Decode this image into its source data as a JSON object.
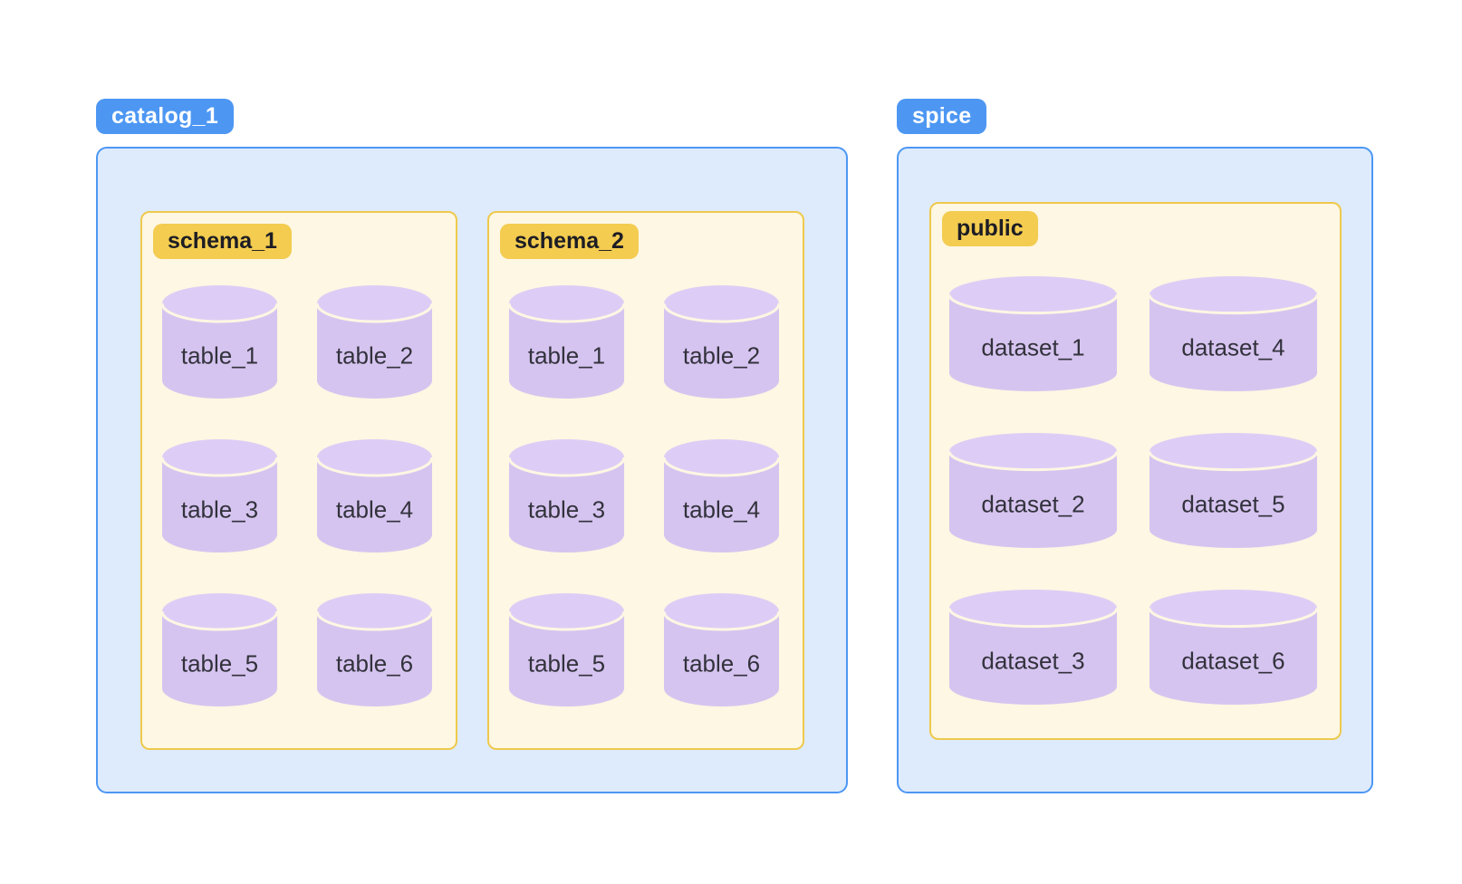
{
  "colors": {
    "accent_blue": "#4D97F3",
    "container_fill": "#DEEBFC",
    "gold_border": "#EFC94C",
    "badge_yellow": "#F3CC50",
    "box_cream": "#FDF7E3",
    "cylinder_body": "#D6C4F0",
    "cylinder_cap": "#DDCDF6",
    "badge_text_dark": "#1D1D24",
    "badge_text_light": "#FFFFFF",
    "cylinder_label_text": "#32323C"
  },
  "groups": [
    {
      "badge": "catalog_1",
      "boxes": [
        {
          "badge": "schema_1",
          "items": [
            "table_1",
            "table_2",
            "table_3",
            "table_4",
            "table_5",
            "table_6"
          ]
        },
        {
          "badge": "schema_2",
          "items": [
            "table_1",
            "table_2",
            "table_3",
            "table_4",
            "table_5",
            "table_6"
          ]
        }
      ]
    },
    {
      "badge": "spice",
      "boxes": [
        {
          "badge": "public",
          "items": [
            "dataset_1",
            "dataset_4",
            "dataset_2",
            "dataset_5",
            "dataset_3",
            "dataset_6"
          ]
        }
      ]
    }
  ]
}
